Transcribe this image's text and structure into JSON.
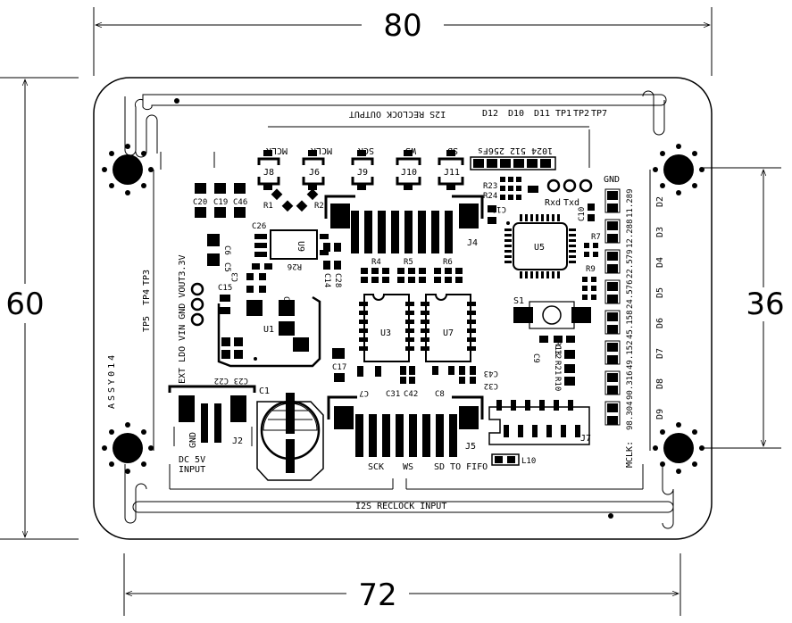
{
  "dimensions": {
    "width_top": "80",
    "width_bottom": "72",
    "height_left": "60",
    "height_right": "36"
  },
  "board": {
    "assembly": "ASSY014",
    "titles": {
      "output": "I2S RECLOCK OUTPUT",
      "input": "I2S RECLOCK INPUT"
    },
    "top_labels": [
      "D12",
      "D10",
      "D11",
      "TP1",
      "TP2",
      "TP7"
    ],
    "header_labels": [
      "MCLK",
      "MCLK",
      "SCK",
      "WS",
      "SD"
    ],
    "jumper_refs": [
      "J8",
      "J6",
      "J9",
      "J10",
      "J11"
    ],
    "freq_selector": "1024 512 256Fs",
    "bottom_signals": {
      "sck": "SCK",
      "ws": "WS",
      "sd": "SD TO FIFO"
    },
    "power_input": {
      "gnd": "GND",
      "dc": "DC 5V",
      "input": "INPUT"
    },
    "power_header": "EXT LDO VIN GND VOUT3.3V",
    "test_points_left": [
      "TP5",
      "TP4",
      "TP3"
    ],
    "serial": {
      "rxd": "Rxd",
      "txd": "Txd",
      "gnd": "GND"
    },
    "led_refs": [
      "D2",
      "D3",
      "D4",
      "D5",
      "D6",
      "D7",
      "D8",
      "D9"
    ],
    "mclk_caption": "MCLK:",
    "mclk_values": [
      "11.289",
      "12.288",
      "22.579",
      "24.576",
      "45.158",
      "49.152",
      "90.316",
      "98.304"
    ],
    "components": {
      "c20": "C20",
      "c19": "C19",
      "c46": "C46",
      "c26": "C26",
      "c6": "C6",
      "c5": "C5",
      "c15": "C15",
      "c3": "C3",
      "c2": "C2",
      "c14": "C14",
      "c28": "C28",
      "r26": "R26",
      "u9": "U9",
      "u1": "U1",
      "r1": "R1",
      "r2": "R2",
      "j4": "J4",
      "r23": "R23",
      "r24": "R24",
      "c11": "C11",
      "c10": "C10",
      "u5": "U5",
      "r7": "R7",
      "r9": "R9",
      "r4": "R4",
      "r5": "R5",
      "r6": "R6",
      "u3": "U3",
      "u7": "U7",
      "s1": "S1",
      "c9": "C9",
      "c12": "C12",
      "r21": "R21",
      "r13": "R13",
      "r10": "R10",
      "c17": "C17",
      "c7": "C7",
      "c31": "C31",
      "c42": "C42",
      "c8": "C8",
      "c43": "C43",
      "c32": "C32",
      "c23": "C23",
      "c22": "C22",
      "c1": "C1",
      "j2": "J2",
      "j5": "J5",
      "j7": "J7",
      "l10": "L10"
    }
  }
}
